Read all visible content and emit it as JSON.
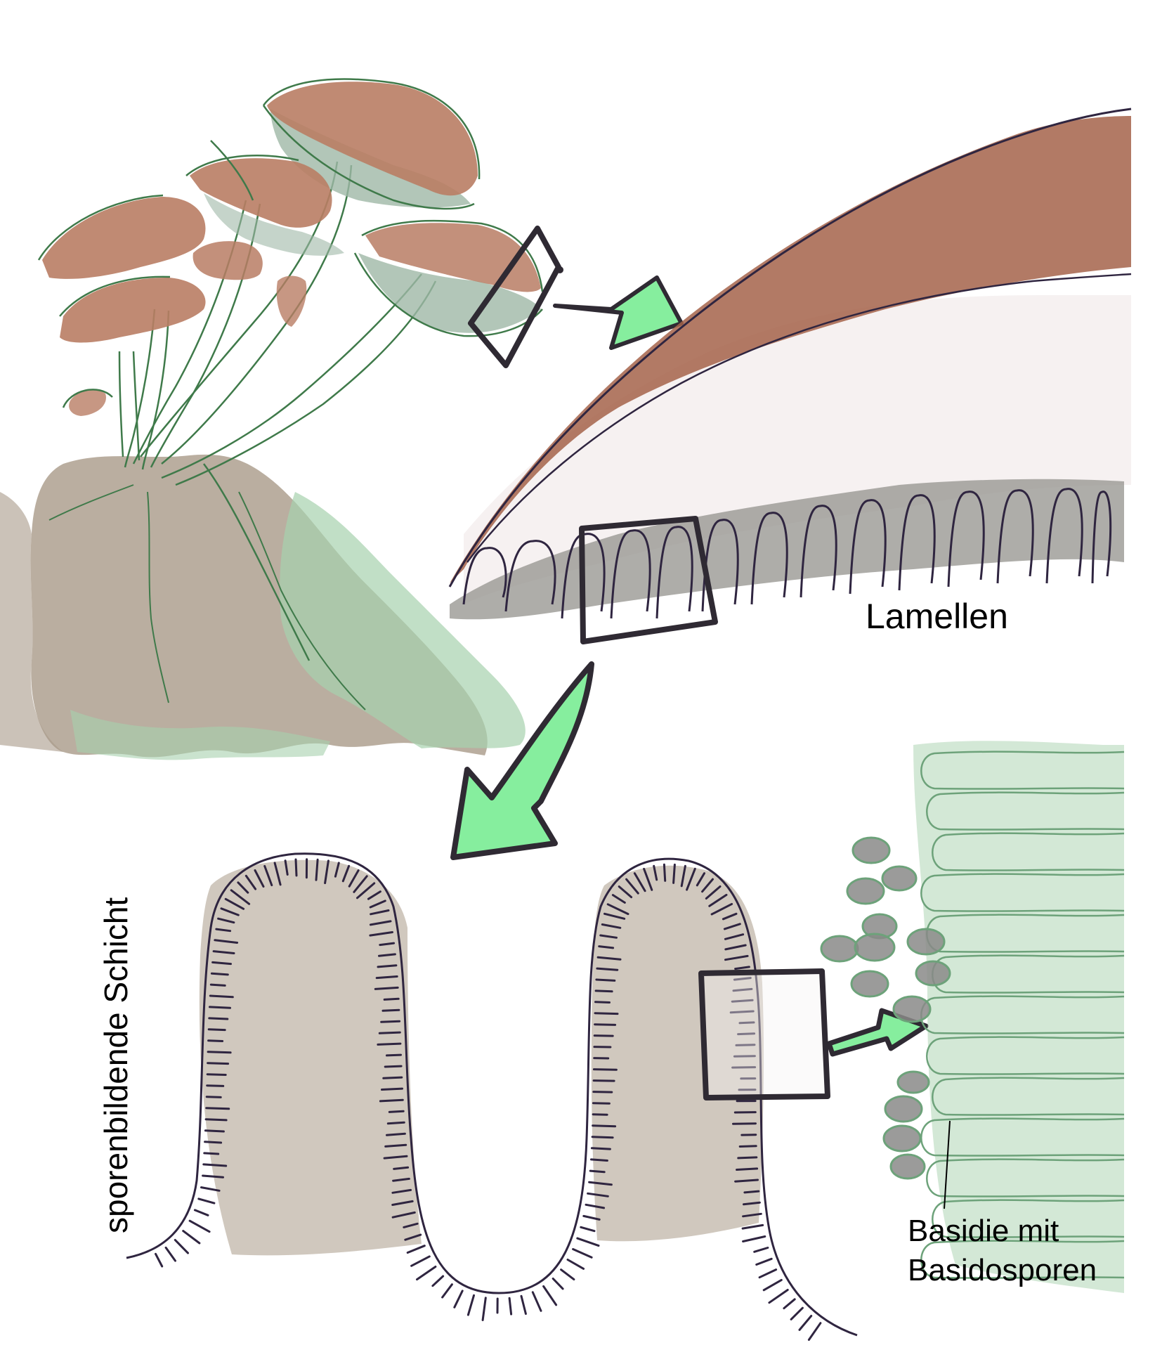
{
  "labels": {
    "lamellen": "Lamellen",
    "basidie_line1": "Basidie mit",
    "basidie_line2": "Basidosporen",
    "schicht": "sporenbildende Schicht"
  },
  "colors": {
    "cap_brown": "#b97d64",
    "gill_teal": "#9fb8a6",
    "stump_taupe": "#a99a88",
    "moss_green": "#a7d1ae",
    "outline_green": "#3f7a4a",
    "ink_purple": "#2f2540",
    "frame_dark": "#2f2a33",
    "arrow_green": "#86ee9e",
    "gill_grey": "#9a9894",
    "cell_green": "#6da27a"
  },
  "icons": [
    "mushroom-cluster-illustration",
    "cap-section-illustration",
    "gill-detail-illustration",
    "basidia-detail-illustration"
  ]
}
